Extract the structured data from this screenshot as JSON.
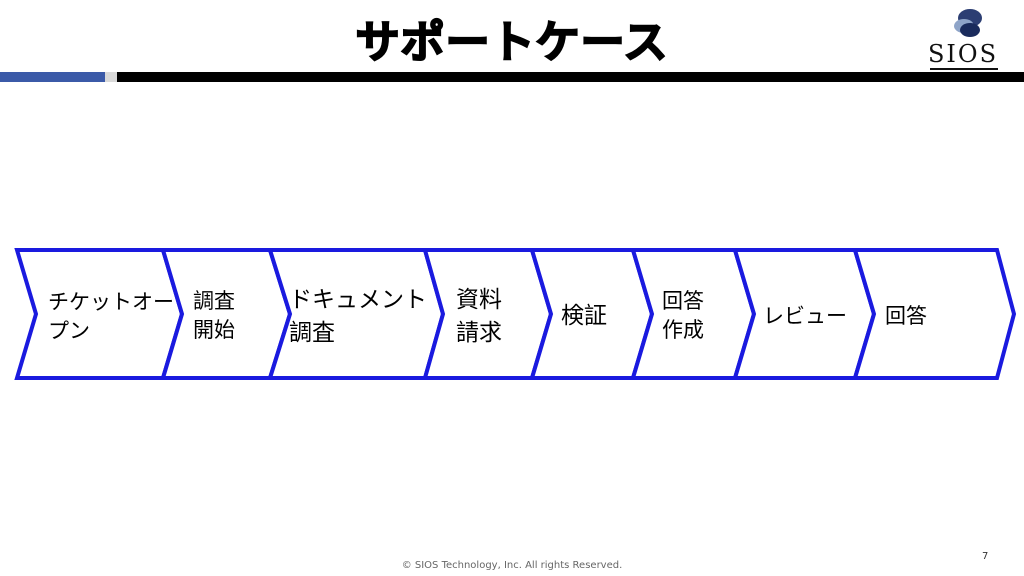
{
  "slide": {
    "title": "サポートケース",
    "logo_text": "SIOS",
    "footer": "© SIOS Technology, Inc. All rights Reserved.",
    "page_number": "7"
  },
  "flow": {
    "steps": [
      {
        "label_line1": "チケットオー",
        "label_line2": "プン"
      },
      {
        "label_line1": "調査",
        "label_line2": "開始"
      },
      {
        "label_line1": "ドキュメント",
        "label_line2": "調査"
      },
      {
        "label_line1": "資料",
        "label_line2": "請求"
      },
      {
        "label_line1": "検証",
        "label_line2": ""
      },
      {
        "label_line1": "回答",
        "label_line2": "作成"
      },
      {
        "label_line1": "レビュー",
        "label_line2": ""
      },
      {
        "label_line1": "回答",
        "label_line2": ""
      }
    ]
  },
  "colors": {
    "chevron_border": "#1a1adf",
    "accent_blue": "#3b5aa8"
  }
}
